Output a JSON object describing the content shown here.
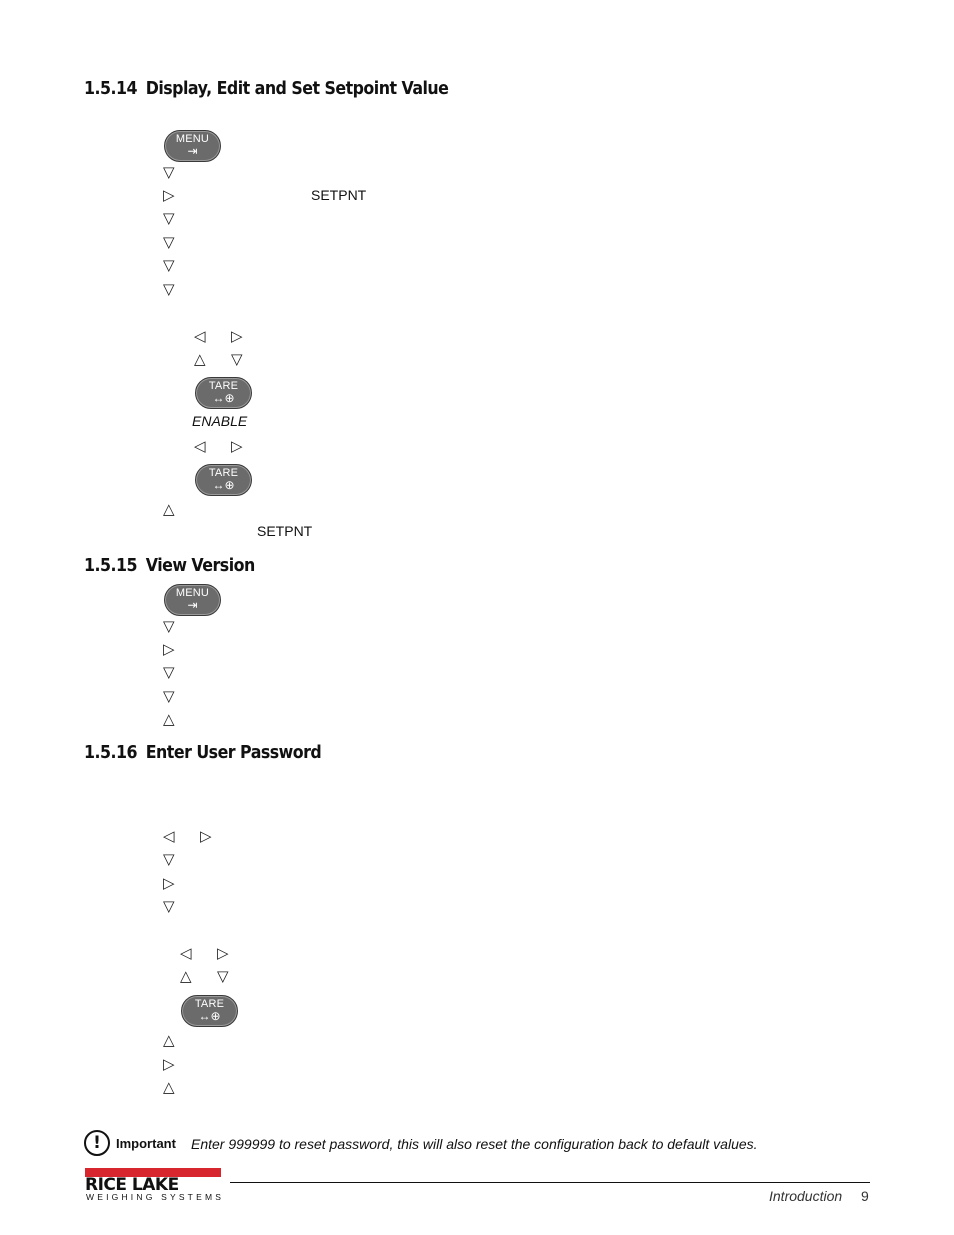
{
  "sections": {
    "s14": {
      "number": "1.5.14",
      "title": "Display, Edit and Set Setpoint Value"
    },
    "s15": {
      "number": "1.5.15",
      "title": "View Version"
    },
    "s16": {
      "number": "1.5.16",
      "title": "Enter User Password"
    }
  },
  "keys": {
    "menu": {
      "label": "MENU",
      "icon": "⇥"
    },
    "tare": {
      "label": "TARE",
      "icon": "↔⊕"
    }
  },
  "arrows": {
    "down": "▽",
    "up": "△",
    "right": "▷",
    "left": "◁"
  },
  "labels": {
    "setpnt": "SETPNT",
    "enable": "ENABLE"
  },
  "important": {
    "label": "Important",
    "text": "Enter 999999 to reset password, this will also reset the configuration back to default values."
  },
  "footer": {
    "logo": "RICE LAKE",
    "logo_sub": "WEIGHING SYSTEMS",
    "section": "Introduction",
    "page": "9"
  }
}
